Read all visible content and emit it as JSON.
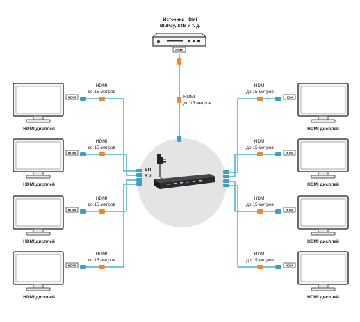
{
  "source": {
    "title_line1": "Источник HDMI",
    "title_line2": "BluRay, STB и т. д.",
    "port_label": "HDMI"
  },
  "center_cable": {
    "line1": "HDMI",
    "line2": "до 15 метров"
  },
  "power_supply": {
    "line1": "БП",
    "line2": "5 V"
  },
  "left_displays": [
    {
      "port": "HDMI",
      "cable_line1": "HDMI",
      "cable_line2": "до 15 метров",
      "caption": "HDMI дисплей"
    },
    {
      "port": "HDMI",
      "cable_line1": "HDMI",
      "cable_line2": "до 15 метров",
      "caption": "HDMI дисплей"
    },
    {
      "port": "HDMI",
      "cable_line1": "HDMI",
      "cable_line2": "до 15 метров",
      "caption": "HDMI дисплей"
    },
    {
      "port": "HDMI",
      "cable_line1": "HDMI",
      "cable_line2": "до 15 метров",
      "caption": "HDMI дисплей"
    }
  ],
  "right_displays": [
    {
      "port": "HDMI",
      "cable_line1": "HDMI",
      "cable_line2": "до 15 метров",
      "caption": "HDMI дисплей"
    },
    {
      "port": "HDMI",
      "cable_line1": "HDMI",
      "cable_line2": "до 15 метров",
      "caption": "HDMI дисплей"
    },
    {
      "port": "HDMI",
      "cable_line1": "HDMI",
      "cable_line2": "до 15 метров",
      "caption": "HDMI дисплей"
    },
    {
      "port": "HDMI",
      "cable_line1": "HDMI",
      "cable_line2": "до 15 метров",
      "caption": "HDMI дисплей"
    }
  ],
  "colors": {
    "cable": "#5fbfd8",
    "connector_orange": "#f0872d",
    "connector_blue": "#3a9fc9",
    "hub_circle": "#e4e4e4",
    "splitter_body": "#2f2f2f"
  }
}
